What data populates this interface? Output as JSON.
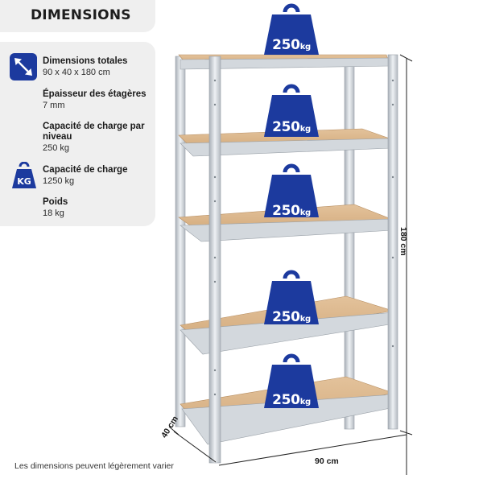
{
  "header": {
    "title": "DIMENSIONS"
  },
  "specs": [
    {
      "label": "Dimensions totales",
      "value": "90 x 40 x 180 cm",
      "icon": "resize-arrows-icon"
    },
    {
      "label": "Épaisseur des étagères",
      "value": "7 mm"
    },
    {
      "label": "Capacité de charge par niveau",
      "value": "250 kg"
    },
    {
      "label": "Capacité de charge",
      "value": "1250 kg",
      "icon": "kg-weight-icon"
    },
    {
      "label": "Poids",
      "value": "18 kg"
    }
  ],
  "kg_icon_text": "KG",
  "shelf_loads": [
    {
      "amount": "250",
      "unit": "kg"
    },
    {
      "amount": "250",
      "unit": "kg"
    },
    {
      "amount": "250",
      "unit": "kg"
    },
    {
      "amount": "250",
      "unit": "kg"
    },
    {
      "amount": "250",
      "unit": "kg"
    }
  ],
  "dimensions": {
    "height": "180 cm",
    "depth": "40 cm",
    "width": "90 cm"
  },
  "disclaimer": "Les dimensions peuvent légèrement varier",
  "colors": {
    "accent": "#1c3a9e",
    "wood": "#d9b58a",
    "metal": "#c9ced4",
    "panel": "#efefef"
  }
}
